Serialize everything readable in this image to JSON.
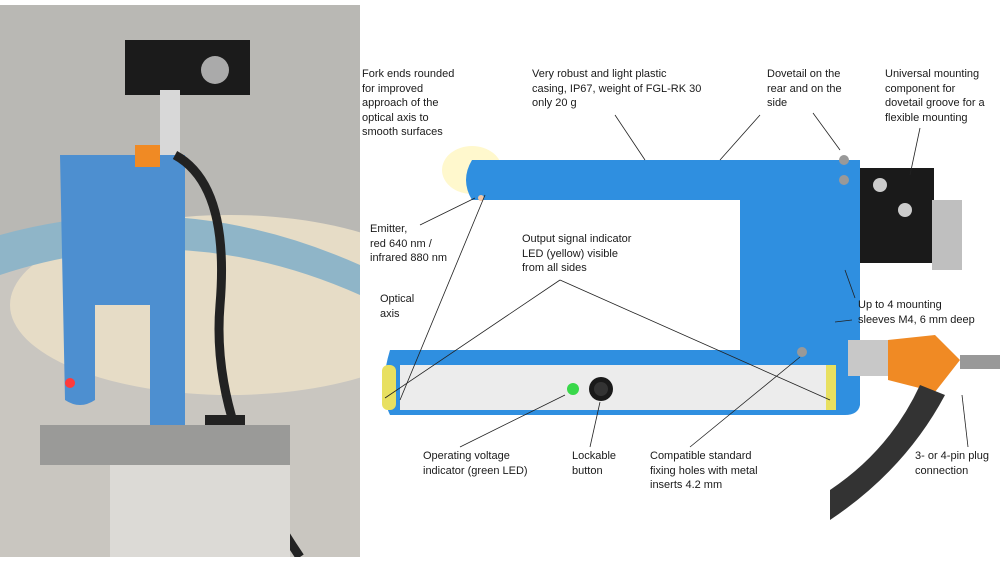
{
  "colors": {
    "sensor_blue": "#2f8fe0",
    "connector_orange": "#f08a24",
    "led_green": "#39d84a"
  },
  "annotations": {
    "fork_ends": "Fork ends rounded\nfor improved\napproach of the\noptical axis to\nsmooth surfaces",
    "casing": "Very robust and light plastic\ncasing, IP67, weight of FGL-RK 30\nonly 20 g",
    "dovetail": "Dovetail on the\nrear and on the\nside",
    "mounting_component": "Universal mounting\ncomponent for\ndovetail groove for a\nflexible mounting",
    "emitter": "Emitter,\nred 640 nm /\ninfrared 880 nm",
    "output_led": "Output signal indicator\nLED (yellow) visible\nfrom all sides",
    "optical_axis": "Optical\naxis",
    "mounting_sleeves": "Up to 4 mounting\nsleeves M4, 6 mm deep",
    "operating_voltage": "Operating voltage\nindicator (green LED)",
    "lockable_button": "Lockable\nbutton",
    "fixing_holes": "Compatible standard\nfixing holes with metal\ninserts 4.2 mm",
    "plug": "3- or 4-pin plug\nconnection"
  }
}
